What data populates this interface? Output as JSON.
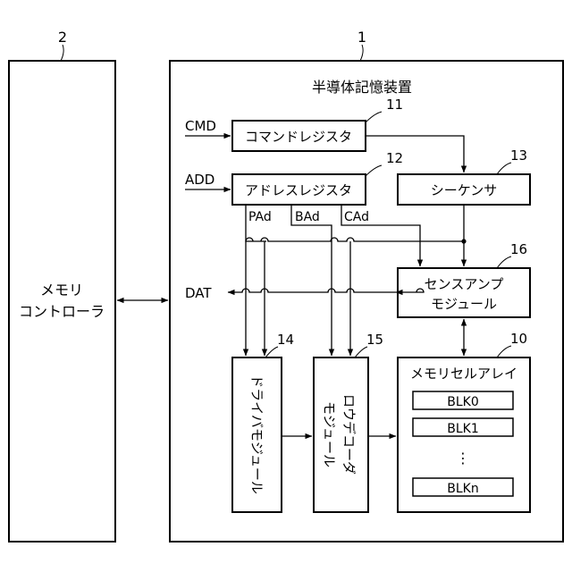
{
  "refs": {
    "controller": "2",
    "device": "1",
    "cmd_register": "11",
    "addr_register": "12",
    "sequencer": "13",
    "driver": "14",
    "row_decoder": "15",
    "sense_amp": "16",
    "cell_array": "10"
  },
  "controller": {
    "label_line1": "メモリ",
    "label_line2": "コントローラ"
  },
  "device": {
    "title": "半導体記憶装置"
  },
  "signals": {
    "cmd": "CMD",
    "add": "ADD",
    "dat": "DAT",
    "pad": "PAd",
    "bad": "BAd",
    "cad": "CAd"
  },
  "blocks": {
    "cmd_register": "コマンドレジスタ",
    "addr_register": "アドレスレジスタ",
    "sequencer": "シーケンサ",
    "sense_amp_line1": "センスアンプ",
    "sense_amp_line2": "モジュール",
    "driver": "ドライバモジュール",
    "row_decoder_line1": "ロウデコーダ",
    "row_decoder_line2": "モジュール",
    "cell_array": "メモリセルアレイ"
  },
  "cell_blocks": [
    "BLK0",
    "BLK1",
    "BLKn"
  ],
  "ellipsis": "⋮"
}
